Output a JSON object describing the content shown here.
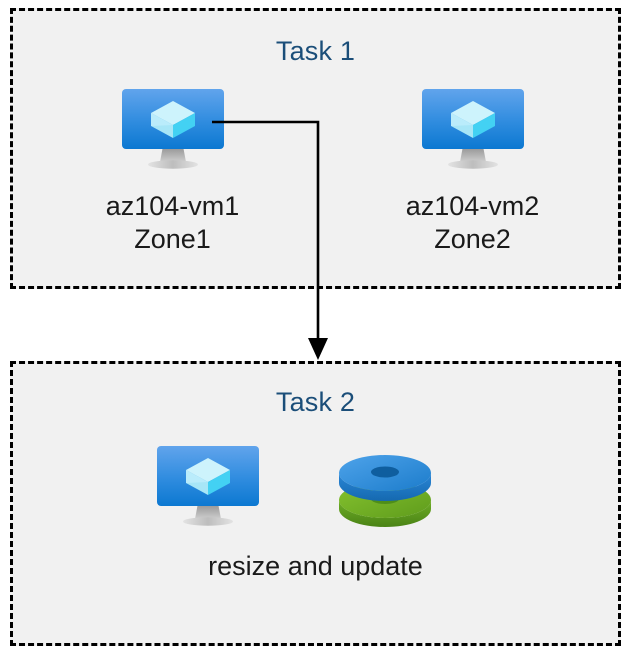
{
  "diagram": {
    "title": "",
    "background_color": "#ffffff",
    "panel_fill": "#f1f1f1",
    "panel_border_color": "#000000",
    "title_color": "#1b4e79",
    "label_color": "#1a1a1a",
    "connector_color": "#000000"
  },
  "task1": {
    "title": "Task 1",
    "nodes": [
      {
        "icon": "virtual-machine-icon",
        "label": "az104-vm1\nZone1",
        "name": "az104-vm1",
        "zone": "Zone1"
      },
      {
        "icon": "virtual-machine-icon",
        "label": "az104-vm2\nZone2",
        "name": "az104-vm2",
        "zone": "Zone2"
      }
    ]
  },
  "task2": {
    "title": "Task 2",
    "nodes": [
      {
        "icon": "virtual-machine-icon",
        "label": ""
      },
      {
        "icon": "managed-disks-icon",
        "label": ""
      }
    ],
    "caption": "resize and update"
  },
  "connector": {
    "from": "az104-vm1",
    "to": "task2",
    "arrowhead": "down-arrow",
    "style": "orthogonal-solid"
  },
  "icon_colors": {
    "monitor_screen_top": "#5ea0ea",
    "monitor_screen_bottom": "#0f7cd4",
    "monitor_stand": "#a8a8a8",
    "cube_top": "#cdf2fb",
    "cube_left": "#9fe4f7",
    "cube_right": "#3fd3f5",
    "disk_top_blue": "#2f8ede",
    "disk_top_blue_dark": "#1268ad",
    "disk_bottom_green": "#73b72b",
    "disk_bottom_green_dark": "#4e8e1a"
  }
}
